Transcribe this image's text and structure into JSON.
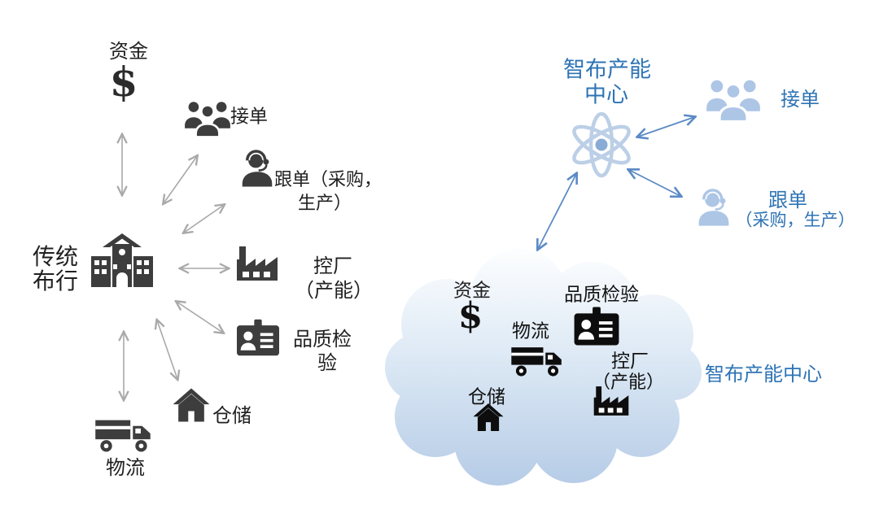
{
  "colors": {
    "dark_icon": "#3d3d3d",
    "dark_text": "#212121",
    "gray_arrow": "#a9a9a9",
    "blue_text": "#2e74b5",
    "blue_arrow": "#5b8ac6",
    "light_icon": "#adc6e6",
    "atom_icon": "#bccfe7",
    "cloud_top": "#fdfeff",
    "cloud_bottom": "#b5cbe6"
  },
  "left": {
    "hub": {
      "line1": "传统",
      "line2": "布行",
      "icon": "school-building-icon"
    },
    "funds": {
      "label": "资金",
      "symbol": "$"
    },
    "orders": {
      "label": "接单",
      "icon": "people-group-icon"
    },
    "follow": {
      "line1": "跟单（采购，",
      "line2": "生产）",
      "icon": "headset-person-icon"
    },
    "factory": {
      "line1": "控厂",
      "line2": "（产能）",
      "icon": "factory-icon"
    },
    "quality": {
      "line1": "品质检",
      "line2": "验",
      "icon": "id-badge-icon"
    },
    "warehouse": {
      "label": "仓储",
      "icon": "house-icon"
    },
    "logistics": {
      "label": "物流",
      "icon": "truck-icon"
    }
  },
  "right": {
    "hub": {
      "line1": "智布产能",
      "line2": "中心",
      "icon": "atom-icon"
    },
    "orders": {
      "label": "接单",
      "icon": "people-group-icon"
    },
    "follow": {
      "line1": "跟单",
      "line2": "（采购，生产）",
      "icon": "headset-person-icon"
    },
    "cloud_label": "智布产能中心",
    "cloud": {
      "funds": {
        "label": "资金",
        "symbol": "$"
      },
      "logistics": {
        "label": "物流",
        "icon": "truck-icon"
      },
      "quality": {
        "label": "品质检验",
        "icon": "id-badge-icon"
      },
      "factory": {
        "line1": "控厂",
        "line2": "（产能）",
        "icon": "factory-icon"
      },
      "warehouse": {
        "label": "仓储",
        "icon": "house-icon"
      }
    }
  }
}
